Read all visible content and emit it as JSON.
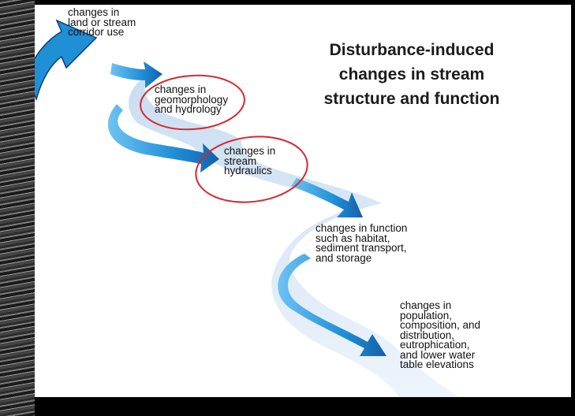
{
  "title_lines": [
    "Disturbance-induced",
    "changes in stream",
    "structure and function"
  ],
  "labels": {
    "land_use": [
      "changes in",
      "land or stream",
      "corridor use"
    ],
    "geomorphology": [
      "changes in",
      "geomorphology",
      "and hydrology"
    ],
    "hydraulics": [
      "changes in",
      "stream",
      "hydraulics"
    ],
    "function": [
      "changes in function",
      "such as habitat,",
      "sediment transport,",
      "and storage"
    ],
    "population": [
      "changes in",
      "population,",
      "composition, and",
      "distribution,",
      "eutrophication,",
      "and lower water",
      "table elevations"
    ]
  },
  "colors": {
    "arrow_blue": "#1f8fd6",
    "arrow_dark": "#1560a8",
    "stream_light": "#dbe9f6",
    "circle_red": "#d8262e",
    "background": "#000000",
    "panel": "#ffffff"
  }
}
